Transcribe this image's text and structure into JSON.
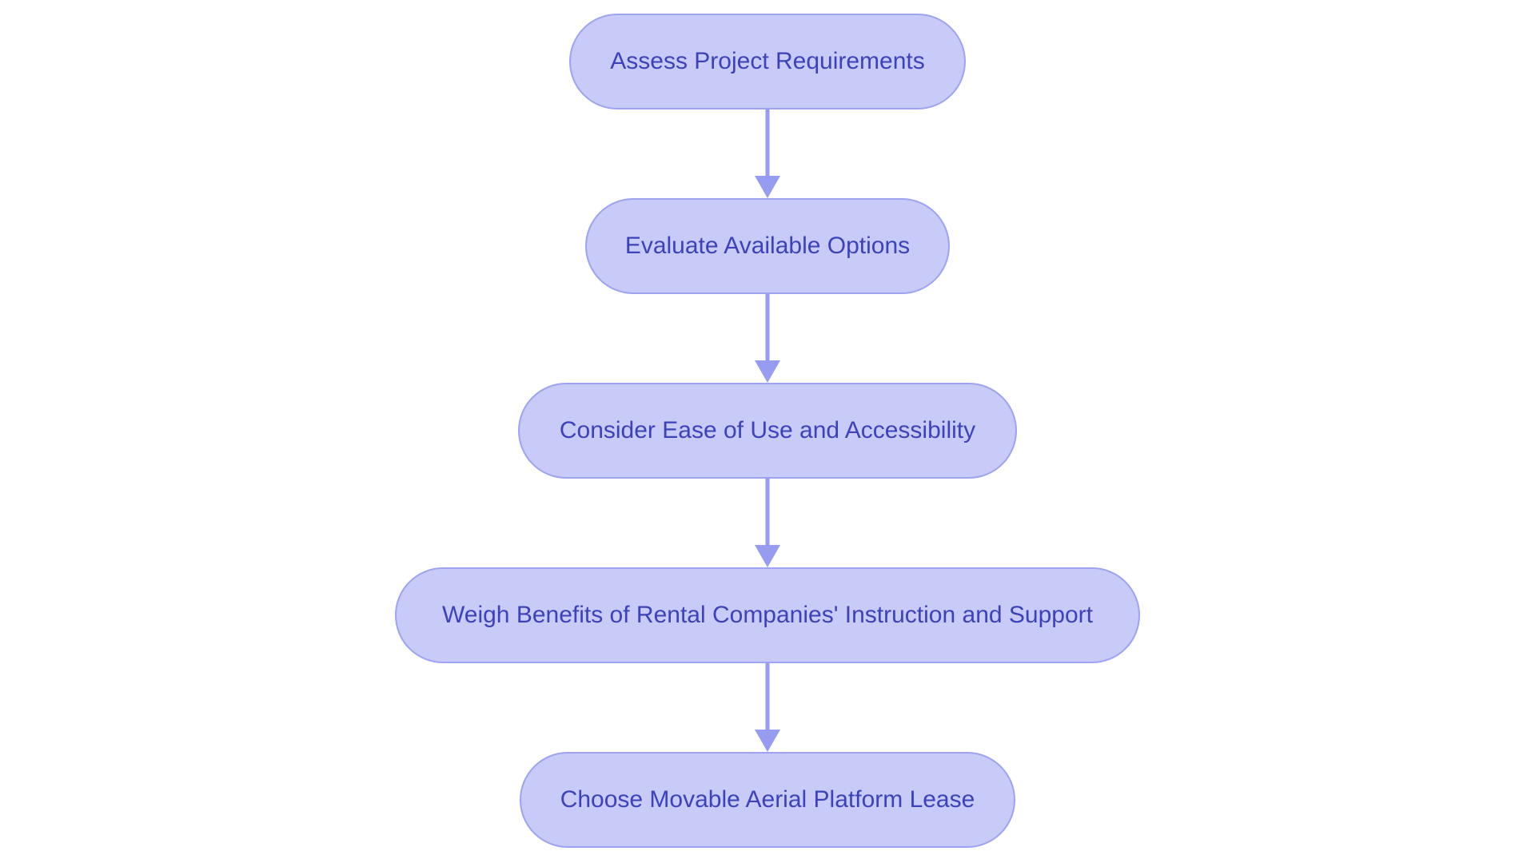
{
  "diagram": {
    "type": "flowchart",
    "direction": "top-down",
    "background": "#ffffff",
    "nodes": [
      {
        "id": "step-1",
        "label": "Assess Project Requirements"
      },
      {
        "id": "step-2",
        "label": "Evaluate Available Options"
      },
      {
        "id": "step-3",
        "label": "Consider Ease of Use and Accessibility"
      },
      {
        "id": "step-4",
        "label": "Weigh Benefits of Rental Companies' Instruction and Support"
      },
      {
        "id": "step-5",
        "label": "Choose Movable Aerial Platform Lease"
      }
    ],
    "edges": [
      {
        "from": "step-1",
        "to": "step-2"
      },
      {
        "from": "step-2",
        "to": "step-3"
      },
      {
        "from": "step-3",
        "to": "step-4"
      },
      {
        "from": "step-4",
        "to": "step-5"
      }
    ],
    "colors": {
      "node_fill": "#c8cbf8",
      "node_border": "#9da3f0",
      "node_text": "#3d42b8",
      "arrow": "#969cef"
    }
  }
}
